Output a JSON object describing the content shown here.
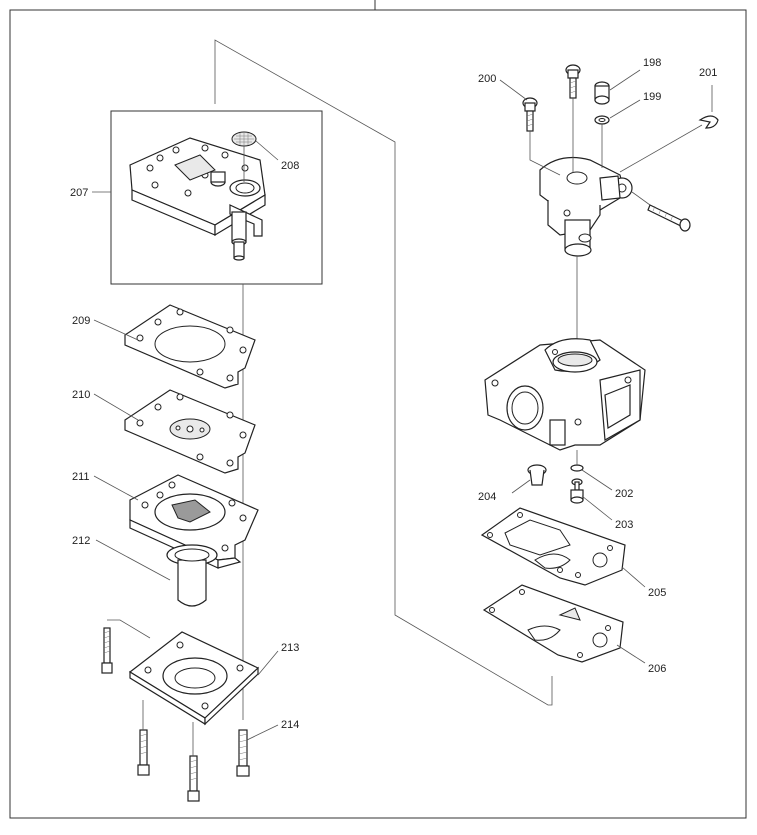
{
  "diagram": {
    "callouts": {
      "p198": "198",
      "p199": "199",
      "p200": "200",
      "p201": "201",
      "p202": "202",
      "p203": "203",
      "p204": "204",
      "p205": "205",
      "p206": "206",
      "p207": "207",
      "p208": "208",
      "p209": "209",
      "p210": "210",
      "p211": "211",
      "p212": "212",
      "p213": "213",
      "p214": "214"
    }
  }
}
